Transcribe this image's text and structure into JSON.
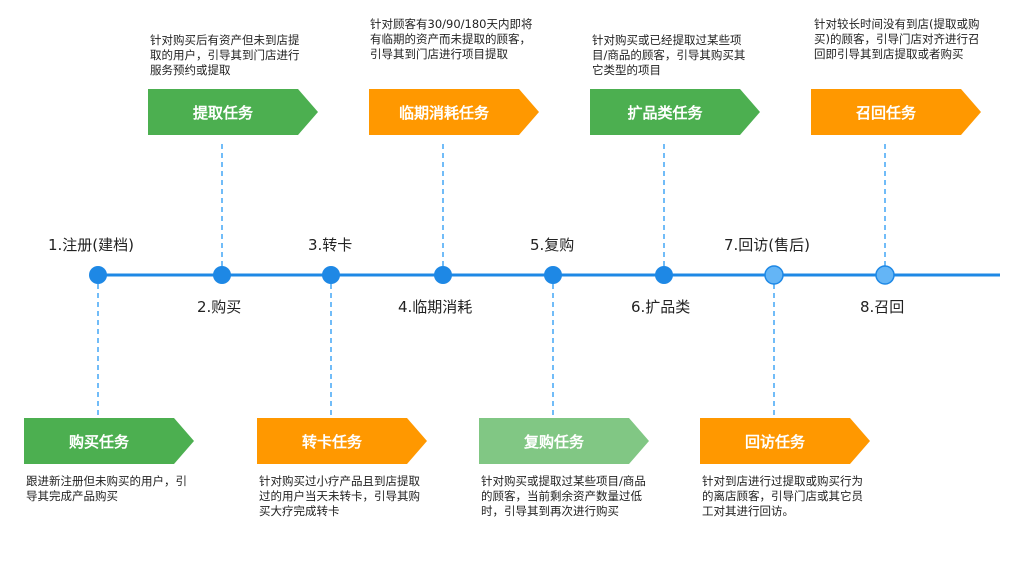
{
  "colors": {
    "green": "#4caf50",
    "light_green": "#81c784",
    "orange": "#ff9800",
    "timeline": "#1e88e5",
    "dot": "#1e88e5",
    "dot_light": "#64b5f6",
    "dash": "#42a5f5"
  },
  "steps": [
    {
      "label": "1.注册(建档)"
    },
    {
      "label": "2.购买"
    },
    {
      "label": "3.转卡"
    },
    {
      "label": "4.临期消耗"
    },
    {
      "label": "5.复购"
    },
    {
      "label": "6.扩品类"
    },
    {
      "label": "7.回访(售后)"
    },
    {
      "label": "8.召回"
    }
  ],
  "tasks": {
    "purchase": {
      "title": "购买任务",
      "desc": "跟进新注册但未购买的用户，引导其完成产品购买"
    },
    "pickup": {
      "title": "提取任务",
      "desc": "针对购买后有资产但未到店提取的用户，引导其到门店进行服务预约或提取"
    },
    "card_transfer": {
      "title": "转卡任务",
      "desc": "针对购买过小疗产品且到店提取过的用户当天未转卡，引导其购买大疗完成转卡"
    },
    "expiring": {
      "title": "临期消耗任务",
      "desc": "针对顾客有30/90/180天内即将有临期的资产而未提取的顾客，引导其到门店进行项目提取"
    },
    "repurchase": {
      "title": "复购任务",
      "desc": "针对购买或提取过某些项目/商品的顾客，当前剩余资产数量过低时，引导其到再次进行购买"
    },
    "category_expand": {
      "title": "扩品类任务",
      "desc": "针对购买或已经提取过某些项目/商品的顾客，引导其购买其它类型的项目"
    },
    "revisit": {
      "title": "回访任务",
      "desc": "针对到店进行过提取或购买行为的离店顾客，引导门店或其它员工对其进行回访。"
    },
    "recall": {
      "title": "召回任务",
      "desc": "针对较长时间没有到店(提取或购买)的顾客，引导门店对齐进行召回即引导其到店提取或者购买"
    }
  }
}
